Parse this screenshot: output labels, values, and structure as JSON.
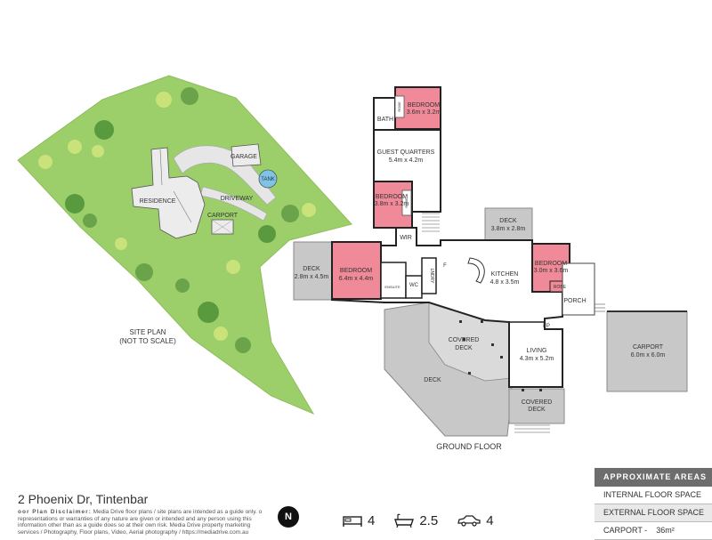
{
  "site_plan": {
    "labels": {
      "garage": "GARAGE",
      "tank": "TANK",
      "residence": "RESIDENCE",
      "driveway": "DRIVEWAY",
      "carport": "CARPORT"
    },
    "title_line1": "SITE PLAN",
    "title_line2": "(NOT TO SCALE)"
  },
  "rooms": {
    "bedroom_top": {
      "name": "BEDROOM",
      "size": "3.6m x 3.2m"
    },
    "bath": "BATH",
    "robe_small": "ROBE",
    "guest_quarters": {
      "name": "GUEST QUARTERS",
      "size": "5.4m x 4.2m"
    },
    "bedroom_mid": {
      "name": "BEDROOM",
      "size": "3.8m x 3.2m"
    },
    "robe_mid": "ROBE",
    "wir": "WIR",
    "deck_left": {
      "name": "DECK",
      "size": "2.8m x 4.5m"
    },
    "bedroom_main": {
      "name": "BEDROOM",
      "size": "6.4m x 4.4m"
    },
    "ensuite": "ENSUITE",
    "wc": "WC",
    "lndry": "LNDRY",
    "f": "F",
    "kitchen": {
      "name": "KITCHEN",
      "size": "4.8 x 3.5m"
    },
    "deck_top": {
      "name": "DECK",
      "size": "3.8m x 2.8m"
    },
    "bedroom_right": {
      "name": "BEDROOM",
      "size": "3.0m x 3.6m"
    },
    "robe_right": "ROBE",
    "porch": "PORCH",
    "fp": "FP",
    "covered_deck": {
      "name_line1": "COVERED",
      "name_line2": "DECK"
    },
    "deck_big": "DECK",
    "living": {
      "name": "LIVING",
      "size": "4.3m x 5.2m"
    },
    "covered_deck_small": {
      "name_line1": "COVERED",
      "name_line2": "DECK"
    },
    "carport": {
      "name": "CARPORT",
      "size": "6.0m x 6.0m"
    }
  },
  "floor_label": "GROUND FLOOR",
  "footer": {
    "address": "2 Phoenix Dr,  Tintenbar",
    "disclaimer_title": "oor Plan Disclaimer:",
    "disclaimer_text": " Media Drive floor plans / site plans are intended as a guide only. o representations or warranties of any nature are given or intended and any person using this information other than as a guide does so at their own risk. Media Drive property marketing services / Photography, Floor plans, Video, Aerial photography / https://mediadrive.com.au",
    "compass": "N",
    "bedrooms": "4",
    "bathrooms": "2.5",
    "cars": "4"
  },
  "areas": {
    "title": "APPROXIMATE AREAS",
    "internal": "INTERNAL FLOOR SPACE",
    "external": "EXTERNAL FLOOR SPACE",
    "carport_label": "CARPORT  -",
    "carport_value": "36m²"
  },
  "colors": {
    "lawn": "#9ccf6a",
    "bedroom": "#f08a98",
    "deck": "#c8c8c8",
    "wall": "#222222",
    "tank": "#7ec3e8"
  }
}
